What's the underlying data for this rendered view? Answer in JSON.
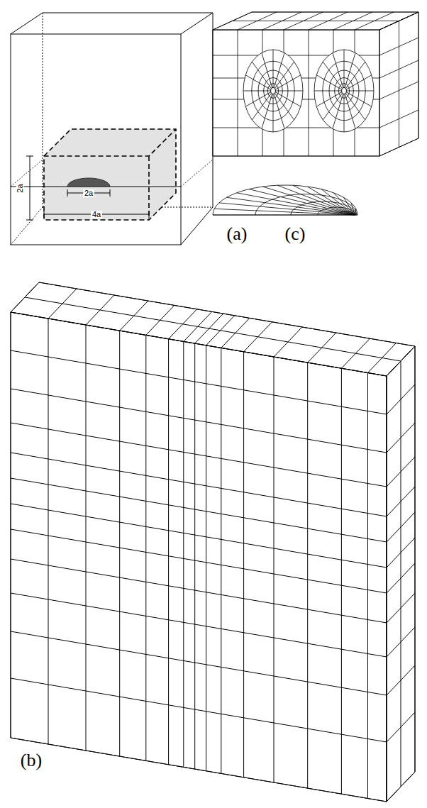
{
  "diagram": {
    "labels": [
      "2a",
      "2a",
      "4a",
      "(a)",
      "(c)",
      "(b)"
    ]
  }
}
